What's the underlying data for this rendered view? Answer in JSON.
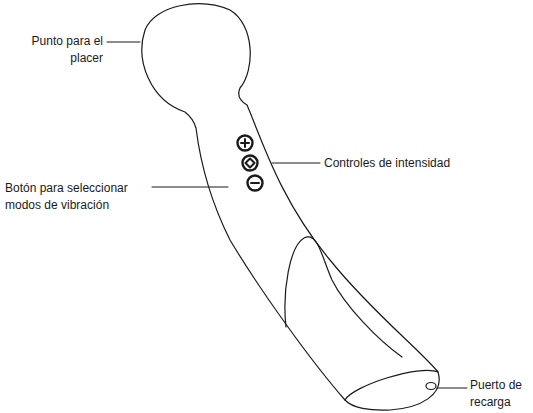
{
  "diagram": {
    "labels": [
      "Punto para el placer",
      "Controles de intensidad",
      "Botón para seleccionar modos de vibración",
      "Puerto de recarga"
    ]
  }
}
